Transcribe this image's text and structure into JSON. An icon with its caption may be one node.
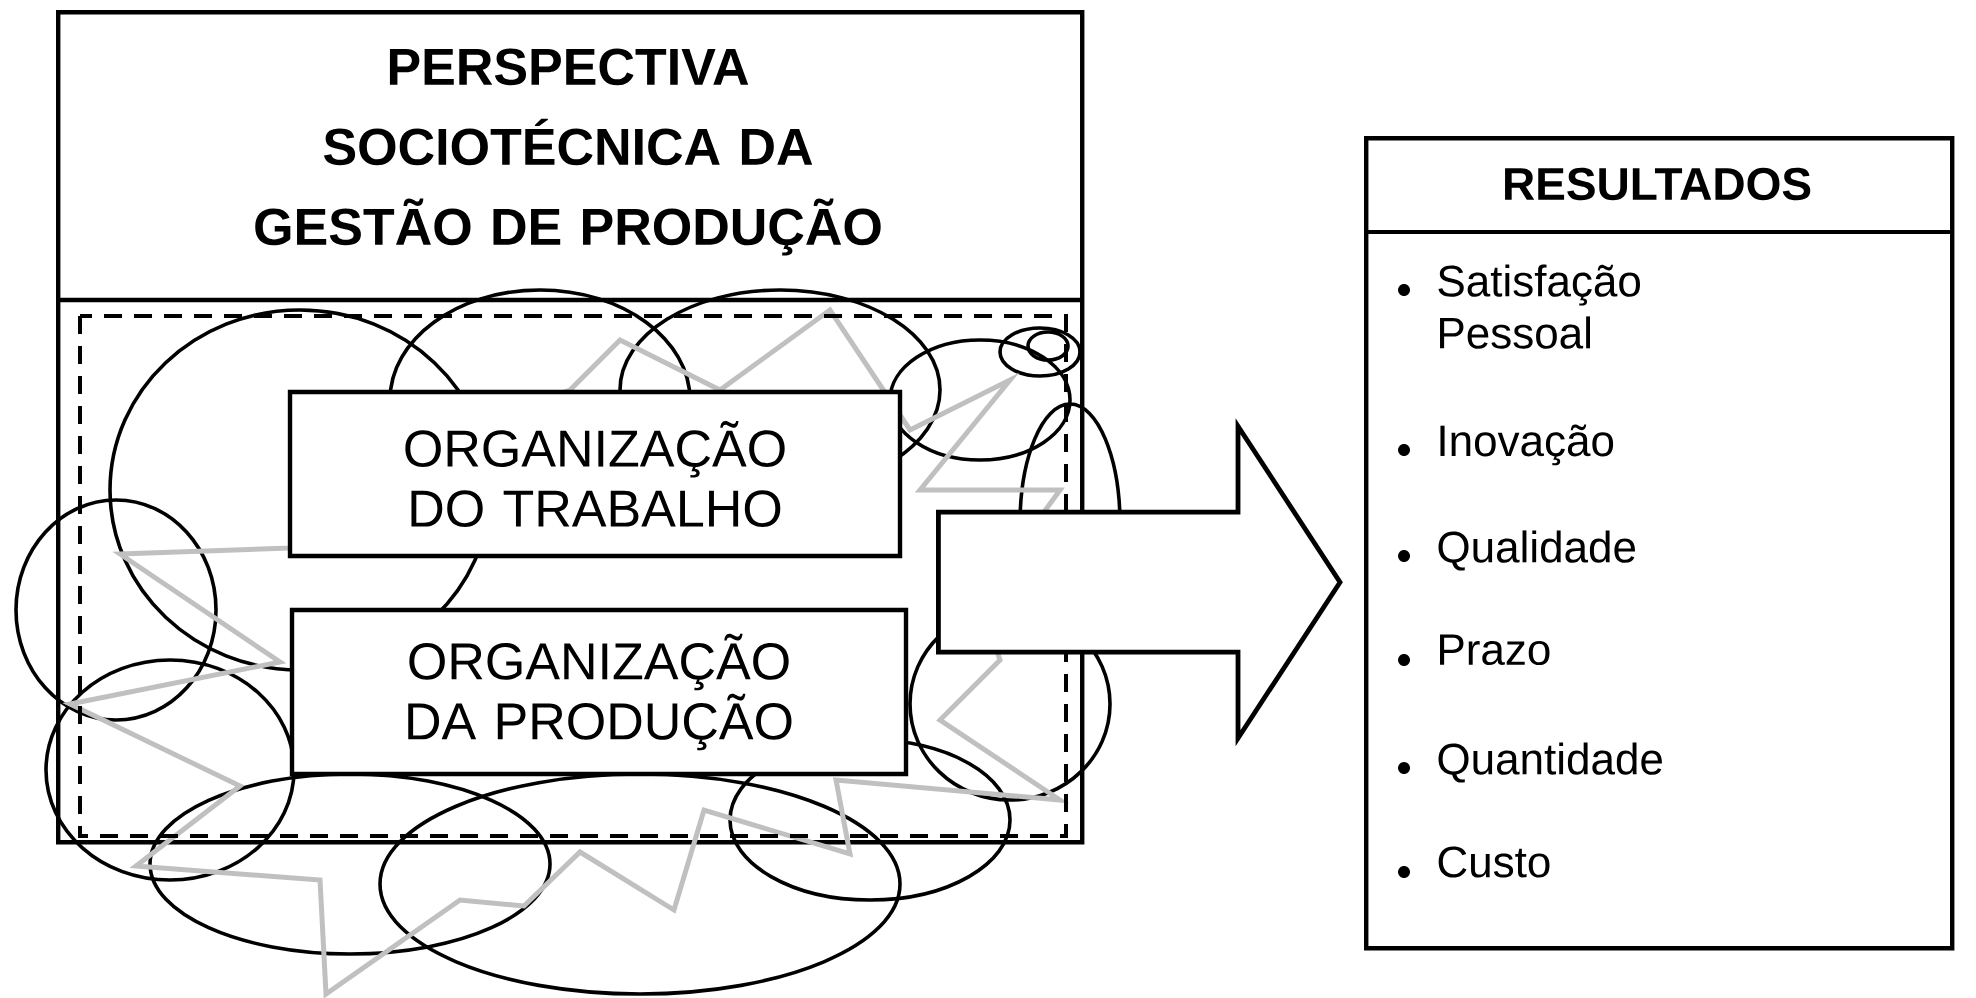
{
  "diagram": {
    "nodes": [
      {
        "text": [
          "PERSPECTIVA SOCIOTÉCNICA DA GESTÃO DE PRODUÇÃO"
        ]
      },
      {
        "text": [
          "ORGANIZAÇÃO DO TRABALHO"
        ],
        "in": 0
      },
      {
        "text": [
          "ORGANIZAÇÃO DA PRODUÇÃO"
        ],
        "in": 0
      },
      {
        "text": [
          "RESULTADOS",
          "Satisfação Pessoal",
          "Inovação",
          "Qualidade",
          "Prazo",
          "Quantidade",
          "Custo"
        ]
      }
    ],
    "edges": [
      {
        "from": 0,
        "to": 3,
        "arrow": "to",
        "style": "thick"
      }
    ]
  }
}
